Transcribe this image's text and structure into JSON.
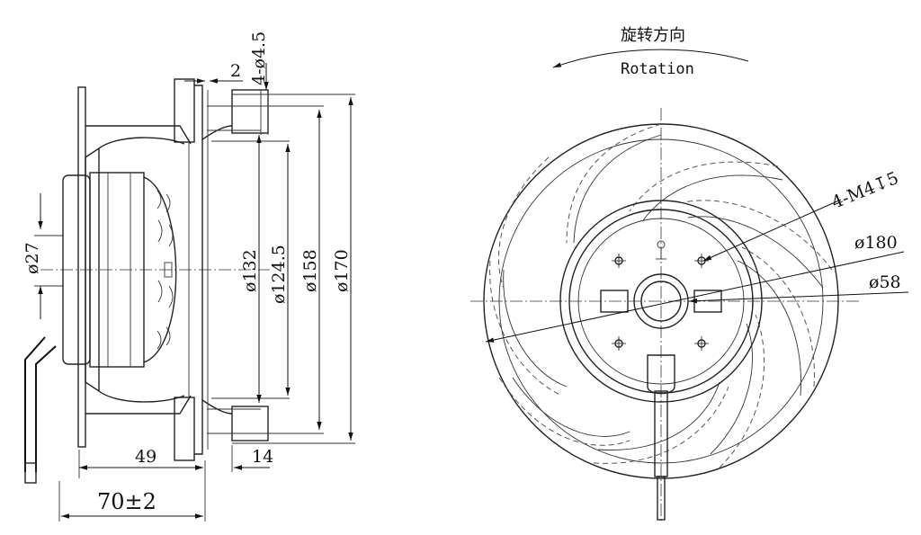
{
  "side_view": {
    "dims": {
      "d_hole_spec": "4-ø4.5",
      "flange_thk": "2",
      "d_shaft": "ø27",
      "d132": "ø132",
      "d124_5": "ø124.5",
      "d158": "ø158",
      "d170": "ø170",
      "len_49": "49",
      "len_14": "14",
      "len_total": "70±2"
    }
  },
  "front_view": {
    "rotation_cn": "旋转方向",
    "rotation_en": "Rotation",
    "thread_spec": "4-M4",
    "thread_depth": "5",
    "d180": "ø180",
    "d58": "ø58"
  },
  "colors": {
    "ink": "#111111",
    "paper": "#ffffff"
  }
}
